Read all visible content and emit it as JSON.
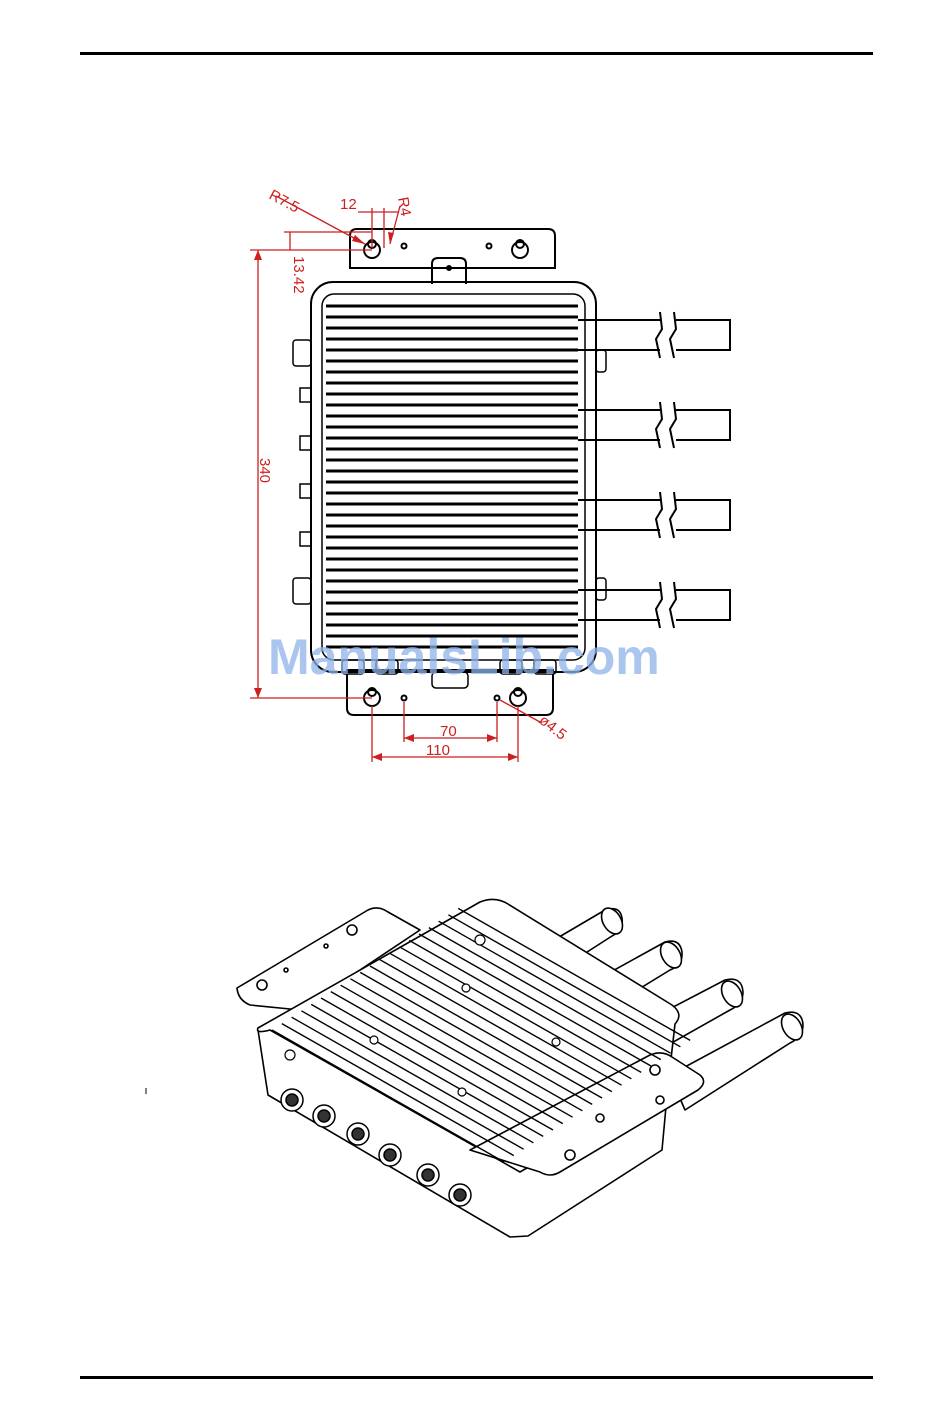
{
  "drawing": {
    "dimensions": {
      "r_large": "R7.5",
      "r_small": "R4",
      "slot_width": "12",
      "slot_offset": "13.42",
      "height": "340",
      "hole_pitch_inner": "70",
      "hole_pitch_outer": "110",
      "hole_diameter": "ø4.5"
    }
  },
  "watermark": {
    "text": "ManualsLib.com"
  },
  "colors": {
    "dimension": "#cc1f1f",
    "line": "#000000",
    "watermark": "#8fb3e8"
  }
}
